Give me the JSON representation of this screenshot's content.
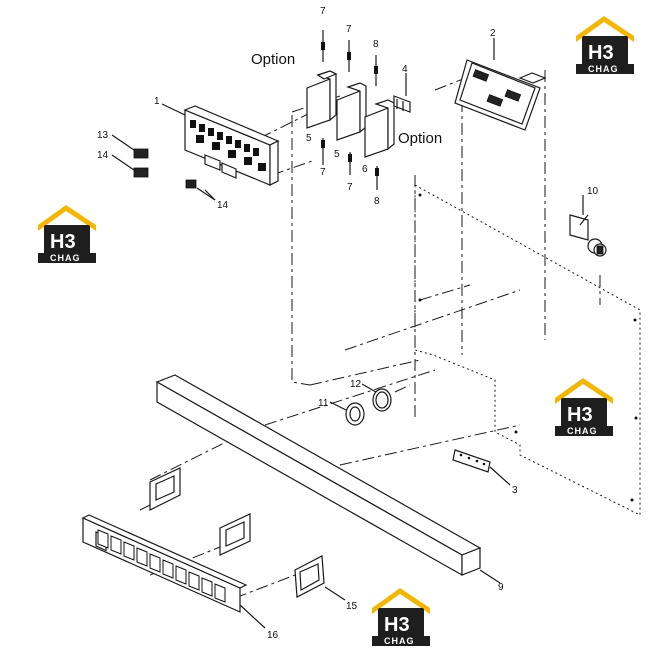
{
  "diagram": {
    "option_labels": [
      "Option",
      "Option"
    ],
    "callouts": [
      "1",
      "2",
      "3",
      "4",
      "5",
      "5",
      "6",
      "7",
      "7",
      "7",
      "7",
      "8",
      "8",
      "9",
      "10",
      "11",
      "12",
      "13",
      "14",
      "14",
      "15",
      "16"
    ],
    "watermark": {
      "mark": "H3",
      "word": "CHAG",
      "roof_color": "#f2b705",
      "body_color": "#1e1e1e"
    }
  }
}
